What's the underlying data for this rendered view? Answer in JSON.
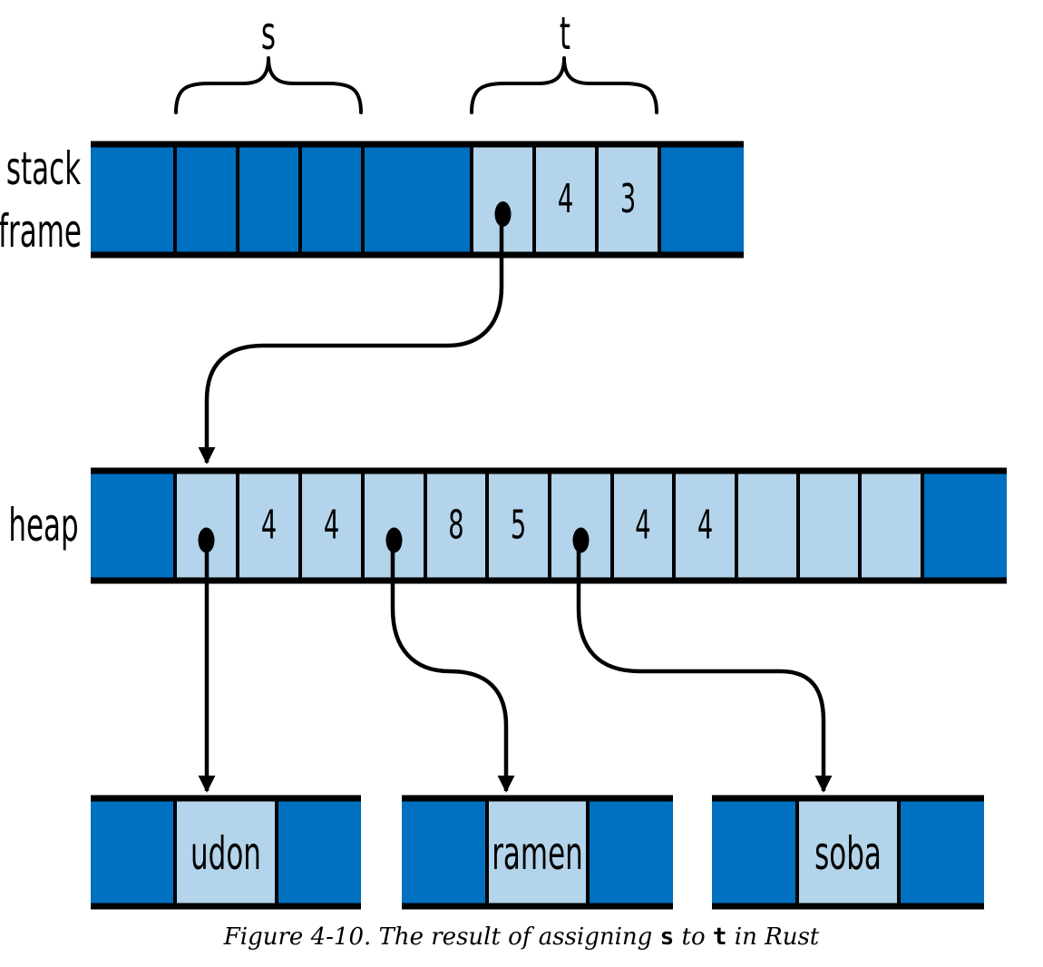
{
  "labels": {
    "stack_line1": "stack",
    "stack_line2": "frame",
    "heap": "heap",
    "var_s": "s",
    "var_t": "t"
  },
  "stack": {
    "cells": [
      {
        "kind": "dark",
        "value": ""
      },
      {
        "kind": "dark",
        "value": ""
      },
      {
        "kind": "dark",
        "value": ""
      },
      {
        "kind": "dark",
        "value": ""
      },
      {
        "kind": "dark",
        "value": ""
      },
      {
        "kind": "light",
        "value": "",
        "pointer": true
      },
      {
        "kind": "light",
        "value": "4"
      },
      {
        "kind": "light",
        "value": "3"
      },
      {
        "kind": "dark",
        "value": ""
      }
    ]
  },
  "heap": {
    "cells": [
      {
        "kind": "dark",
        "value": ""
      },
      {
        "kind": "light",
        "value": "",
        "pointer": true
      },
      {
        "kind": "light",
        "value": "4"
      },
      {
        "kind": "light",
        "value": "4"
      },
      {
        "kind": "light",
        "value": "",
        "pointer": true
      },
      {
        "kind": "light",
        "value": "8"
      },
      {
        "kind": "light",
        "value": "5"
      },
      {
        "kind": "light",
        "value": "",
        "pointer": true
      },
      {
        "kind": "light",
        "value": "4"
      },
      {
        "kind": "light",
        "value": "4"
      },
      {
        "kind": "light",
        "value": ""
      },
      {
        "kind": "light",
        "value": ""
      },
      {
        "kind": "light",
        "value": ""
      },
      {
        "kind": "dark",
        "value": ""
      }
    ]
  },
  "strings": [
    {
      "text": "udon"
    },
    {
      "text": "ramen"
    },
    {
      "text": "soba"
    }
  ],
  "caption": {
    "prefix": "Figure 4-10. The result of assigning ",
    "code_s": "s",
    "middle": " to ",
    "code_t": "t",
    "suffix": " in Rust"
  },
  "colors": {
    "dark_cell": "#0070c0",
    "light_cell": "#b3d4ea",
    "line": "#000000"
  }
}
